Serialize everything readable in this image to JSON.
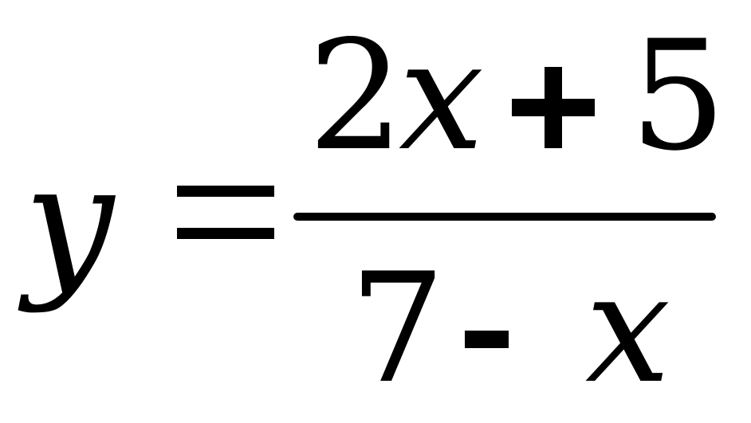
{
  "equation": {
    "lhs": {
      "variable": "y",
      "relation": "="
    },
    "fraction": {
      "numerator": {
        "coefficient": "2",
        "variable": "x",
        "operator": "+",
        "constant": "5"
      },
      "denominator": {
        "constant": "7",
        "operator": "-",
        "variable": "x"
      }
    }
  },
  "colors": {
    "text": "#000000",
    "background": "#ffffff"
  }
}
